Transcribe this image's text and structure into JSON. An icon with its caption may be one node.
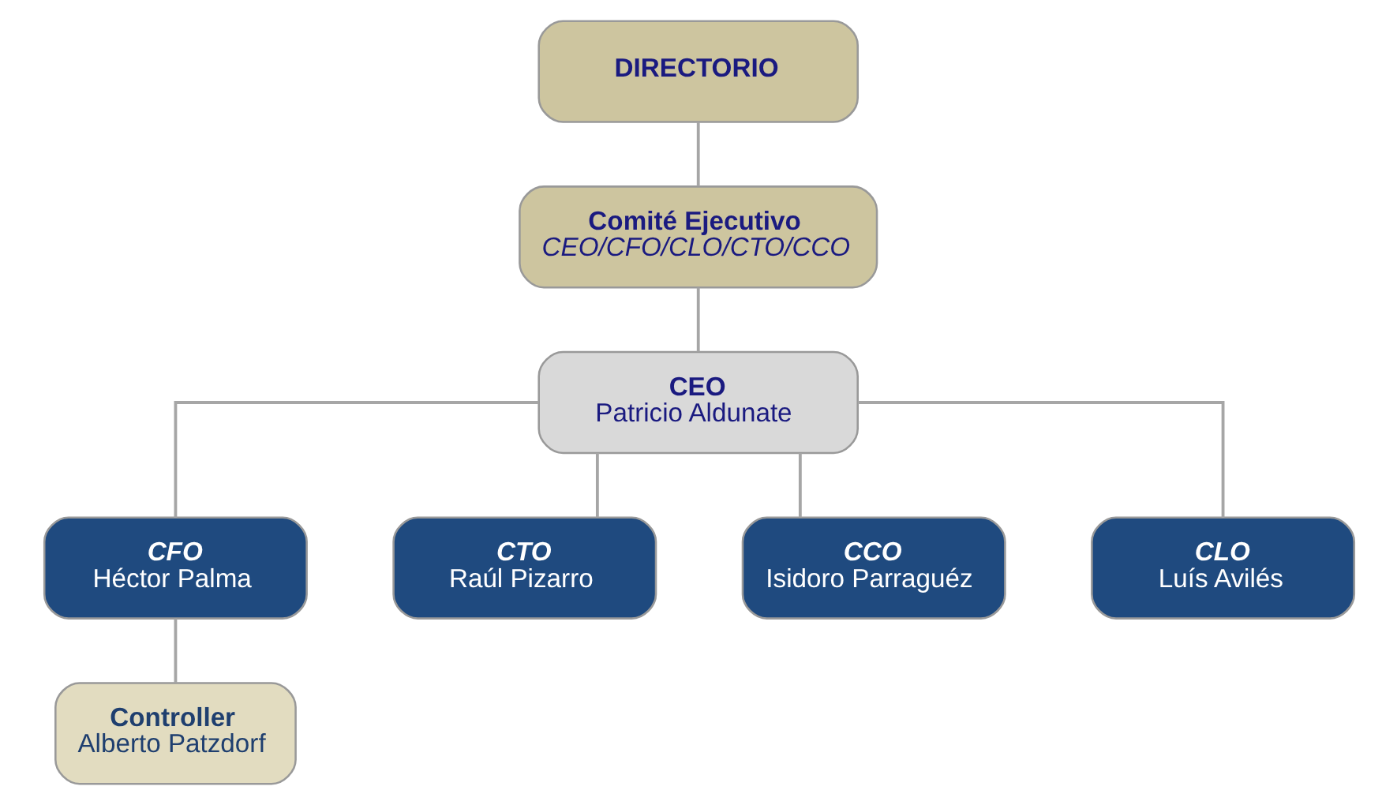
{
  "diagram": {
    "nodes": [
      {
        "text": [
          "DIRECTORIO"
        ]
      },
      {
        "text": [
          "Comité Ejecutivo",
          "CEO/CFO/CLO/CTO/CCO"
        ]
      },
      {
        "text": [
          "CEO",
          "Patricio Aldunate"
        ]
      },
      {
        "text": [
          "CFO",
          "Héctor Palma"
        ]
      },
      {
        "text": [
          "CTO",
          "Raúl Pizarro"
        ]
      },
      {
        "text": [
          "CCO",
          "Isidoro Parraguéz"
        ]
      },
      {
        "text": [
          "CLO",
          "Luís Avilés"
        ]
      },
      {
        "text": [
          "Controller",
          "Alberto Patzdorf"
        ]
      }
    ],
    "edges": [
      {
        "from": 0,
        "to": 1,
        "arrow": "none"
      },
      {
        "from": 1,
        "to": 2,
        "arrow": "none"
      },
      {
        "from": 2,
        "to": 3,
        "arrow": "none"
      },
      {
        "from": 2,
        "to": 4,
        "arrow": "none"
      },
      {
        "from": 2,
        "to": 5,
        "arrow": "none"
      },
      {
        "from": 2,
        "to": 6,
        "arrow": "none"
      },
      {
        "from": 3,
        "to": 7,
        "arrow": "none"
      }
    ]
  }
}
